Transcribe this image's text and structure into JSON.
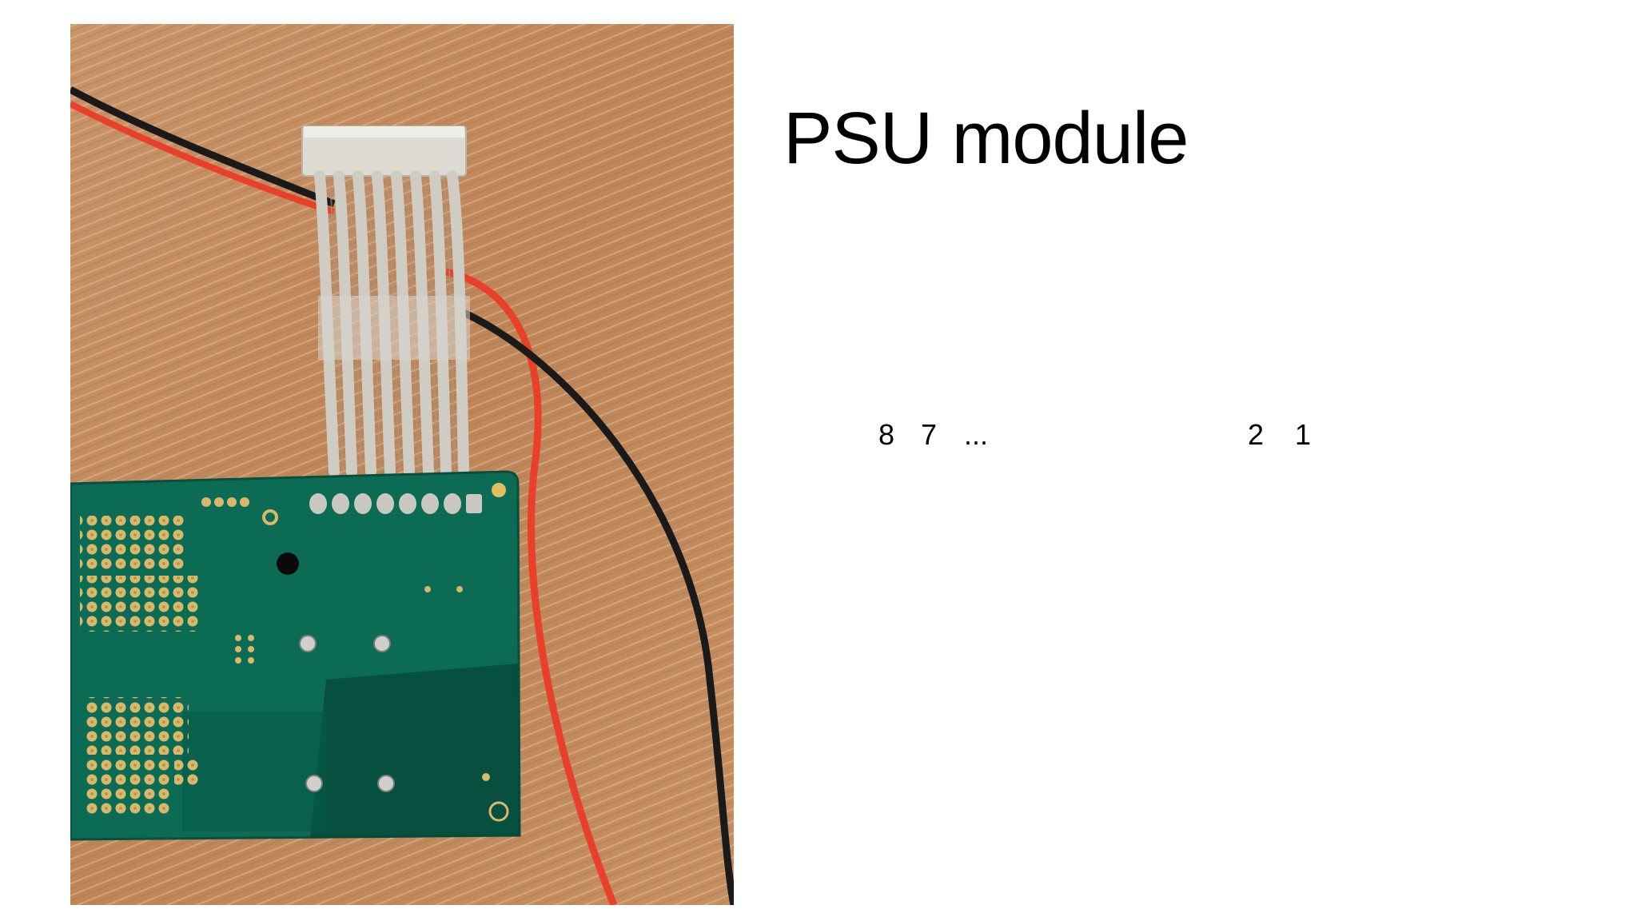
{
  "slide": {
    "title": "PSU module",
    "pin_labels": [
      "8",
      "7",
      "...",
      "2",
      "1"
    ]
  },
  "colors": {
    "background": "#ffffff",
    "wood": "#c08a5e",
    "pcb": "#0b6b55",
    "pad_gold": "#d8b86a",
    "wire_red": "#e8402a",
    "wire_black": "#1a1a1a",
    "connector": "#d9d6cf"
  }
}
